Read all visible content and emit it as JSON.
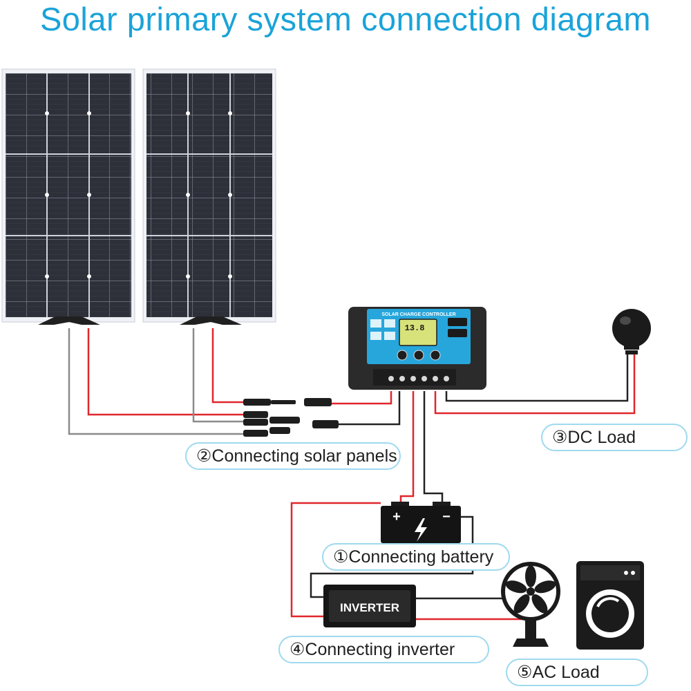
{
  "title": "Solar primary system connection diagram",
  "controller": {
    "header": "SOLAR CHARGE CONTROLLER",
    "display": "13.8"
  },
  "battery": {
    "plus": "+",
    "minus": "−"
  },
  "inverter": {
    "label": "INVERTER"
  },
  "labels": {
    "solar_panels": "②Connecting solar panels",
    "dc_load": "③DC Load",
    "battery": "①Connecting battery",
    "inverter": "④Connecting inverter",
    "ac_load": "⑤AC Load"
  },
  "colors": {
    "title": "#1aa3d9",
    "positive_wire": "#e0262b",
    "negative_wire": "#222222",
    "panel": "#2d3039",
    "controller_face": "#27a6dc",
    "label_border": "#9fd9ee"
  },
  "icons": [
    "solar-panel-icon",
    "solar-charge-controller-icon",
    "light-bulb-icon",
    "battery-icon",
    "inverter-icon",
    "fan-icon",
    "washing-machine-icon"
  ]
}
